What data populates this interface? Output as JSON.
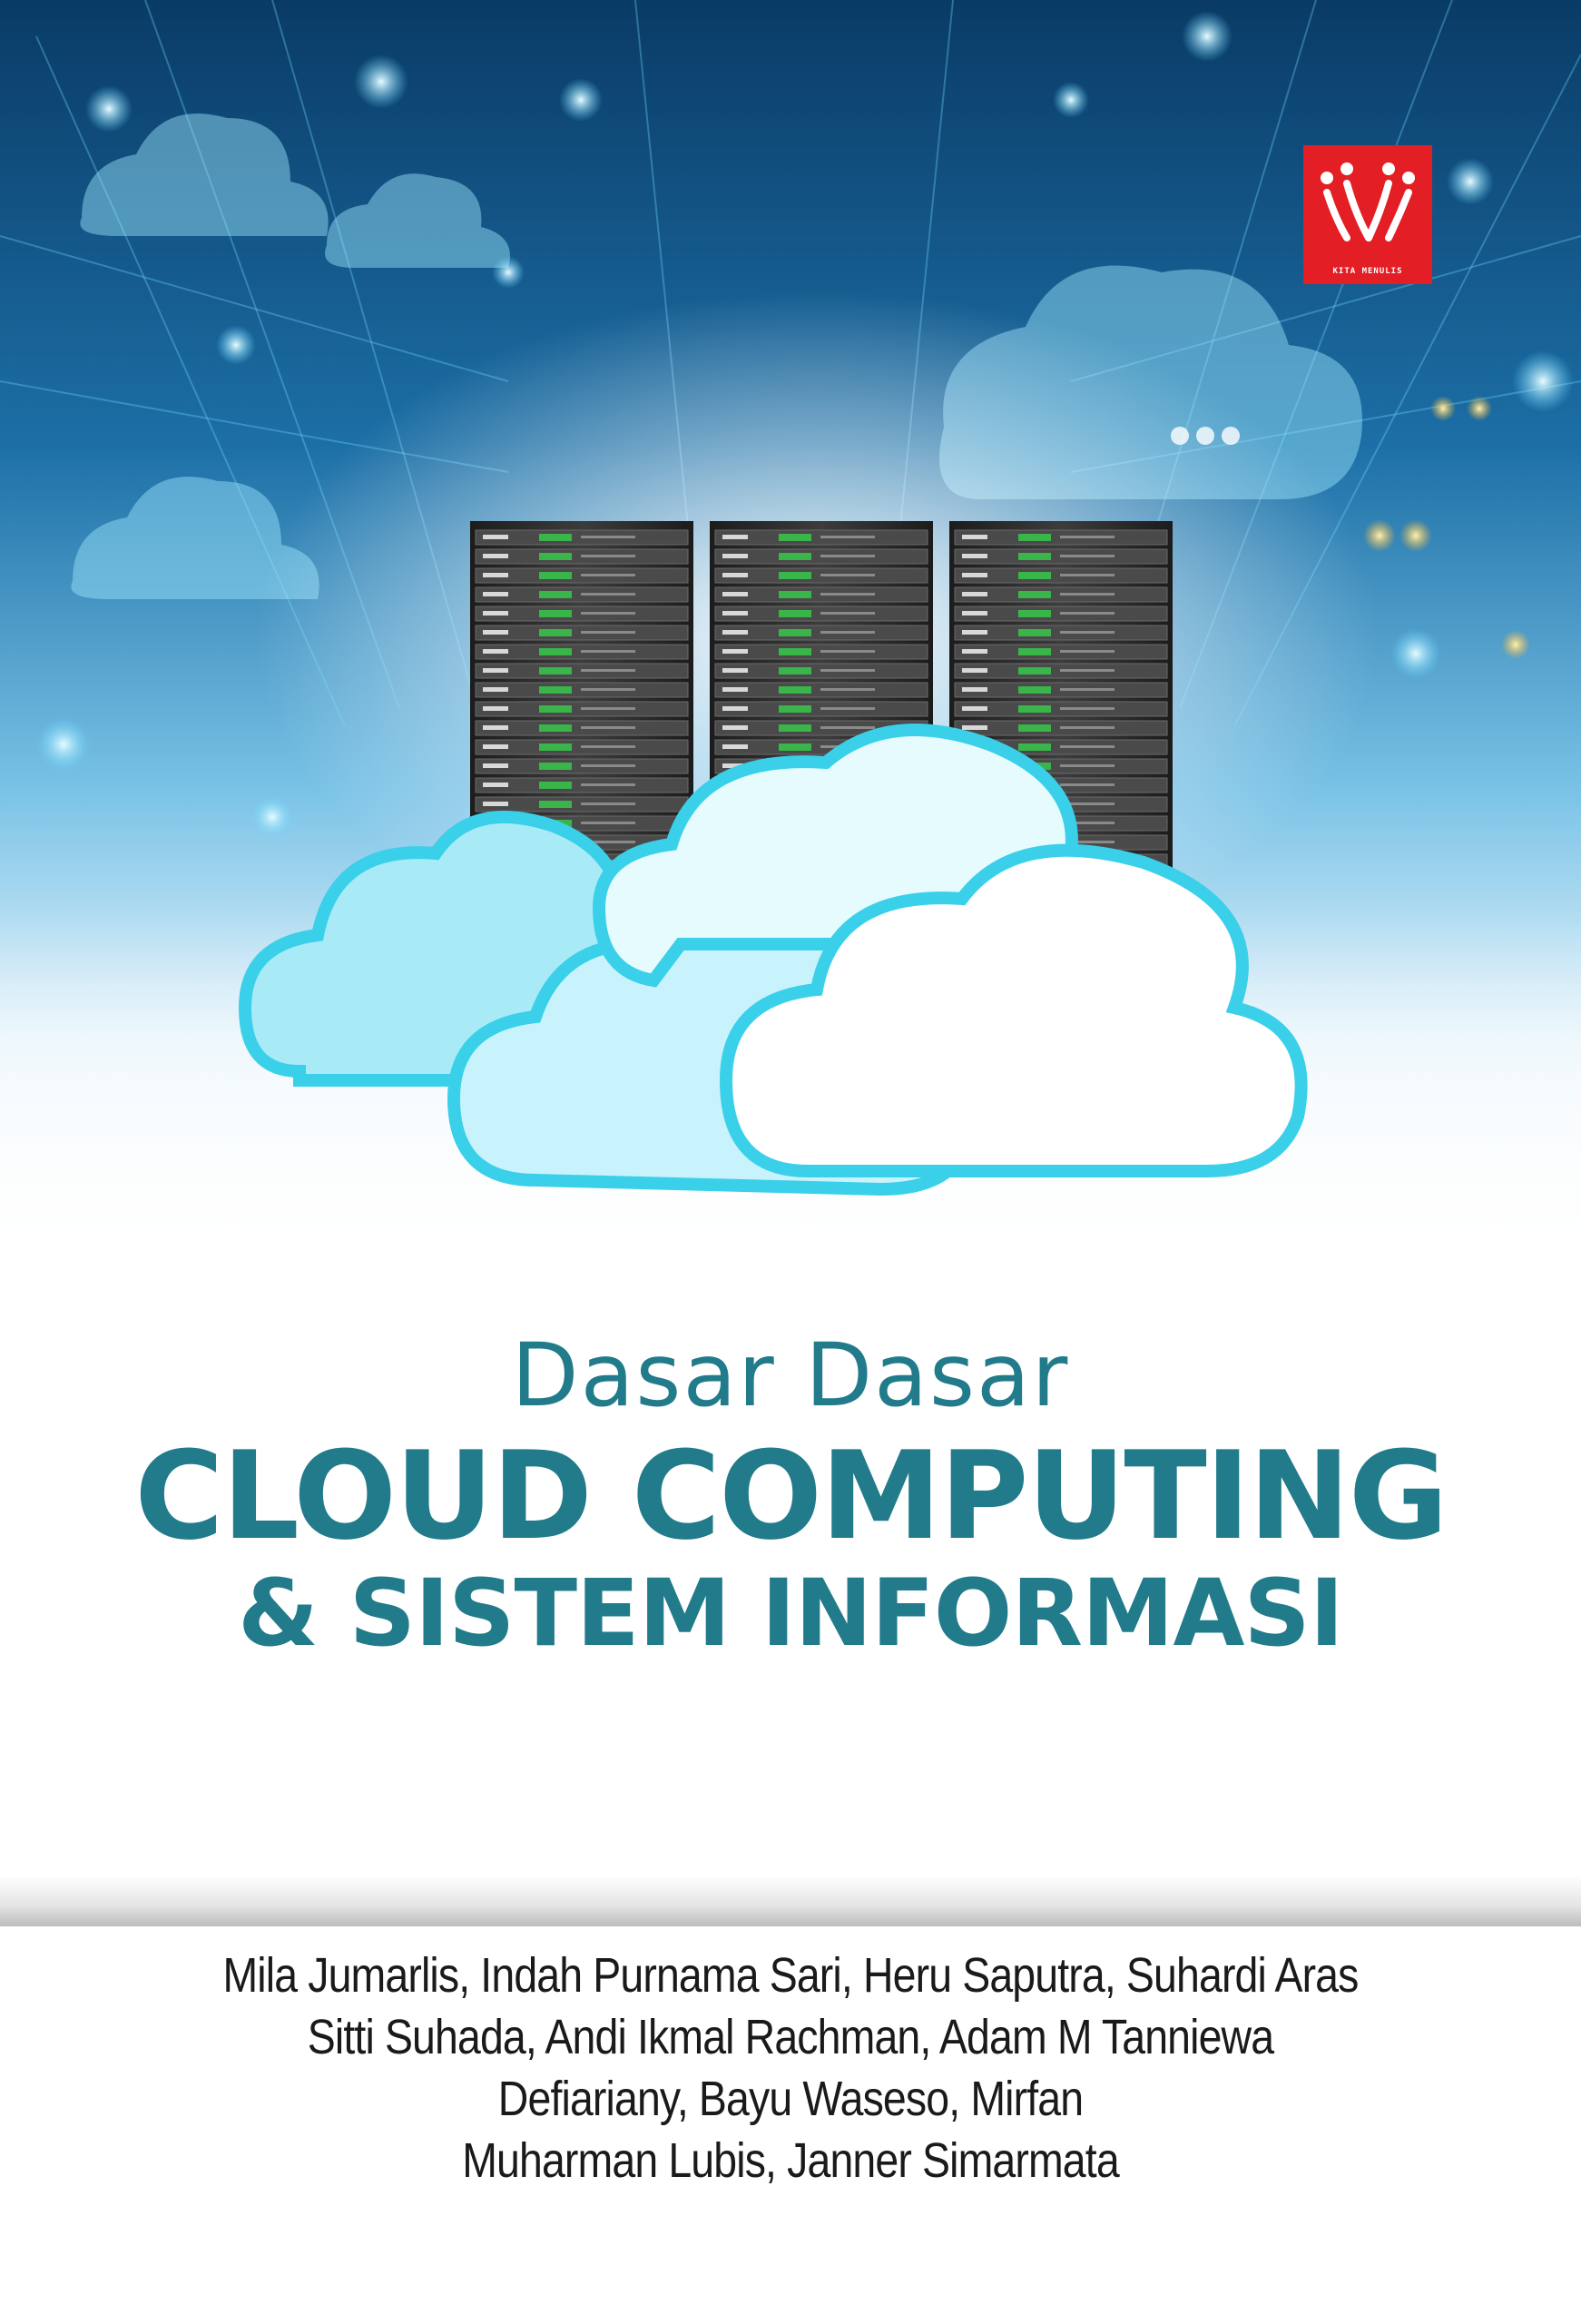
{
  "cover": {
    "publisher": {
      "name": "KITA MENULIS"
    },
    "title": {
      "pre": "Dasar Dasar",
      "main": "CLOUD COMPUTING",
      "sub": "& SISTEM INFORMASI"
    },
    "authors": [
      "Mila Jumarlis, Indah Purnama Sari, Heru Saputra, Suhardi Aras",
      "Sitti Suhada, Andi Ikmal Rachman, Adam M Tanniewa",
      "Defiariany, Bayu Waseso, Mirfan",
      "Muharman Lubis, Janner Simarmata"
    ],
    "colors": {
      "title": "#227b8a",
      "logo_bg": "#e31e24",
      "cloud_outline": "#3ad0ea",
      "server_body": "#2f2f2f",
      "background_top": "#0b3f6e"
    },
    "icons": [
      "server-rack-icon",
      "cloud-icon",
      "publisher-logo-icon"
    ]
  }
}
